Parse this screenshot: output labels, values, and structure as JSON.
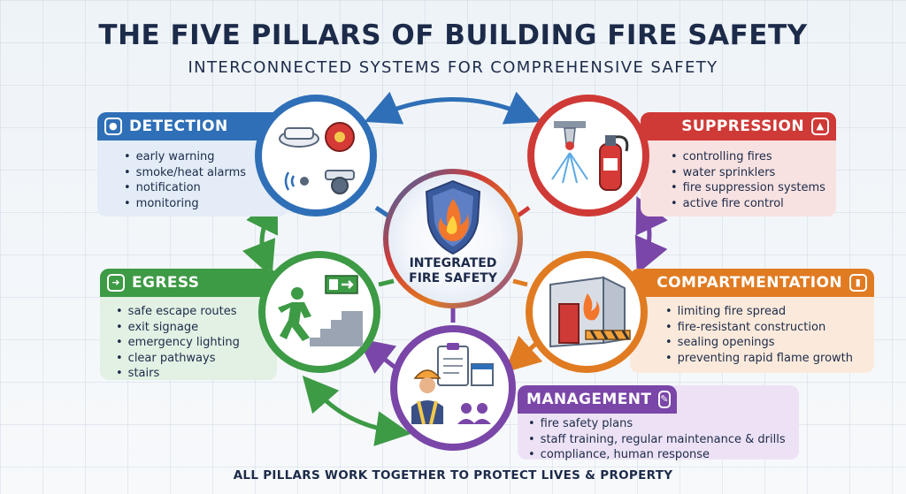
{
  "title": "THE FIVE PILLARS OF BUILDING FIRE SAFETY",
  "subtitle": "INTERCONNECTED SYSTEMS FOR COMPREHENSIVE SAFETY",
  "center": {
    "line1": "INTEGRATED",
    "line2": "FIRE SAFETY"
  },
  "footer": "ALL PILLARS WORK TOGETHER TO PROTECT LIVES & PROPERTY",
  "colors": {
    "detection": "#2f6fb7",
    "suppression": "#cf3a37",
    "egress": "#3d9a45",
    "compartmentation": "#e07b22",
    "management": "#7a46a8",
    "text": "#1d2b4a"
  },
  "pillars": {
    "detection": {
      "name": "DETECTION",
      "icon": "lightbulb-icon",
      "items": [
        "early warning",
        "smoke/heat alarms",
        "notification",
        "monitoring"
      ]
    },
    "suppression": {
      "name": "SUPPRESSION",
      "icon": "flame-icon",
      "items": [
        "controlling fires",
        "water sprinklers",
        "fire suppression systems",
        "active fire control"
      ]
    },
    "egress": {
      "name": "EGRESS",
      "icon": "exit-icon",
      "items": [
        "safe escape routes",
        "exit signage",
        "emergency lighting",
        "clear pathways",
        "stairs"
      ]
    },
    "compartmentation": {
      "name": "COMPARTMENTATION",
      "icon": "shield-icon",
      "items": [
        "limiting fire spread",
        "fire-resistant construction",
        "sealing openings",
        "preventing rapid flame growth"
      ]
    },
    "management": {
      "name": "MANAGEMENT",
      "icon": "clipboard-icon",
      "items": [
        "fire safety plans",
        "staff training, regular maintenance & drills",
        "compliance, human response"
      ]
    }
  }
}
